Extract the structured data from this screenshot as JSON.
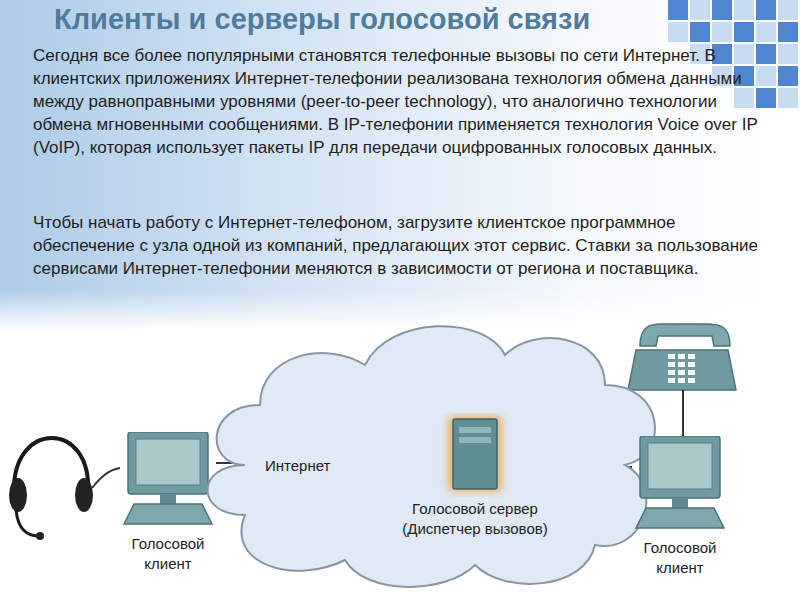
{
  "diagram": {
    "title": "Клиенты и серверы голосовой связи",
    "nodes": [
      {
        "text": [
          "Голосовой клиент"
        ]
      },
      {
        "text": [
          "Интернет"
        ]
      },
      {
        "text": [
          "Голосовой сервер (Диспетчер вызовов)"
        ],
        "in": 1
      },
      {
        "text": [
          "Голосовой клиент"
        ]
      }
    ],
    "edges": [
      {
        "from": 0,
        "to": 1,
        "arrow": "none"
      },
      {
        "from": 3,
        "to": 1,
        "arrow": "none"
      }
    ],
    "labels": [
      "Сегодня все более популярными становятся телефонные вызовы по сети Интернет. В клиентских приложениях Интернет-телефонии реализована технология обмена данными между равноправными уровнями (peer-to-peer technology), что аналогично технологии обмена мгновенными сообщениями. В IP-телефонии применяется технология Voice over IP (VoIP), которая использует пакеты IP для передачи оцифрованных голосовых данных.",
      "Чтобы начать работу с Интернет-телефоном, загрузите клиентское программное обеспечение с узла одной из компаний, предлагающих этот сервис. Ставки за пользование сервисами Интернет-телефонии меняются в зависимости от региона и поставщика."
    ]
  }
}
